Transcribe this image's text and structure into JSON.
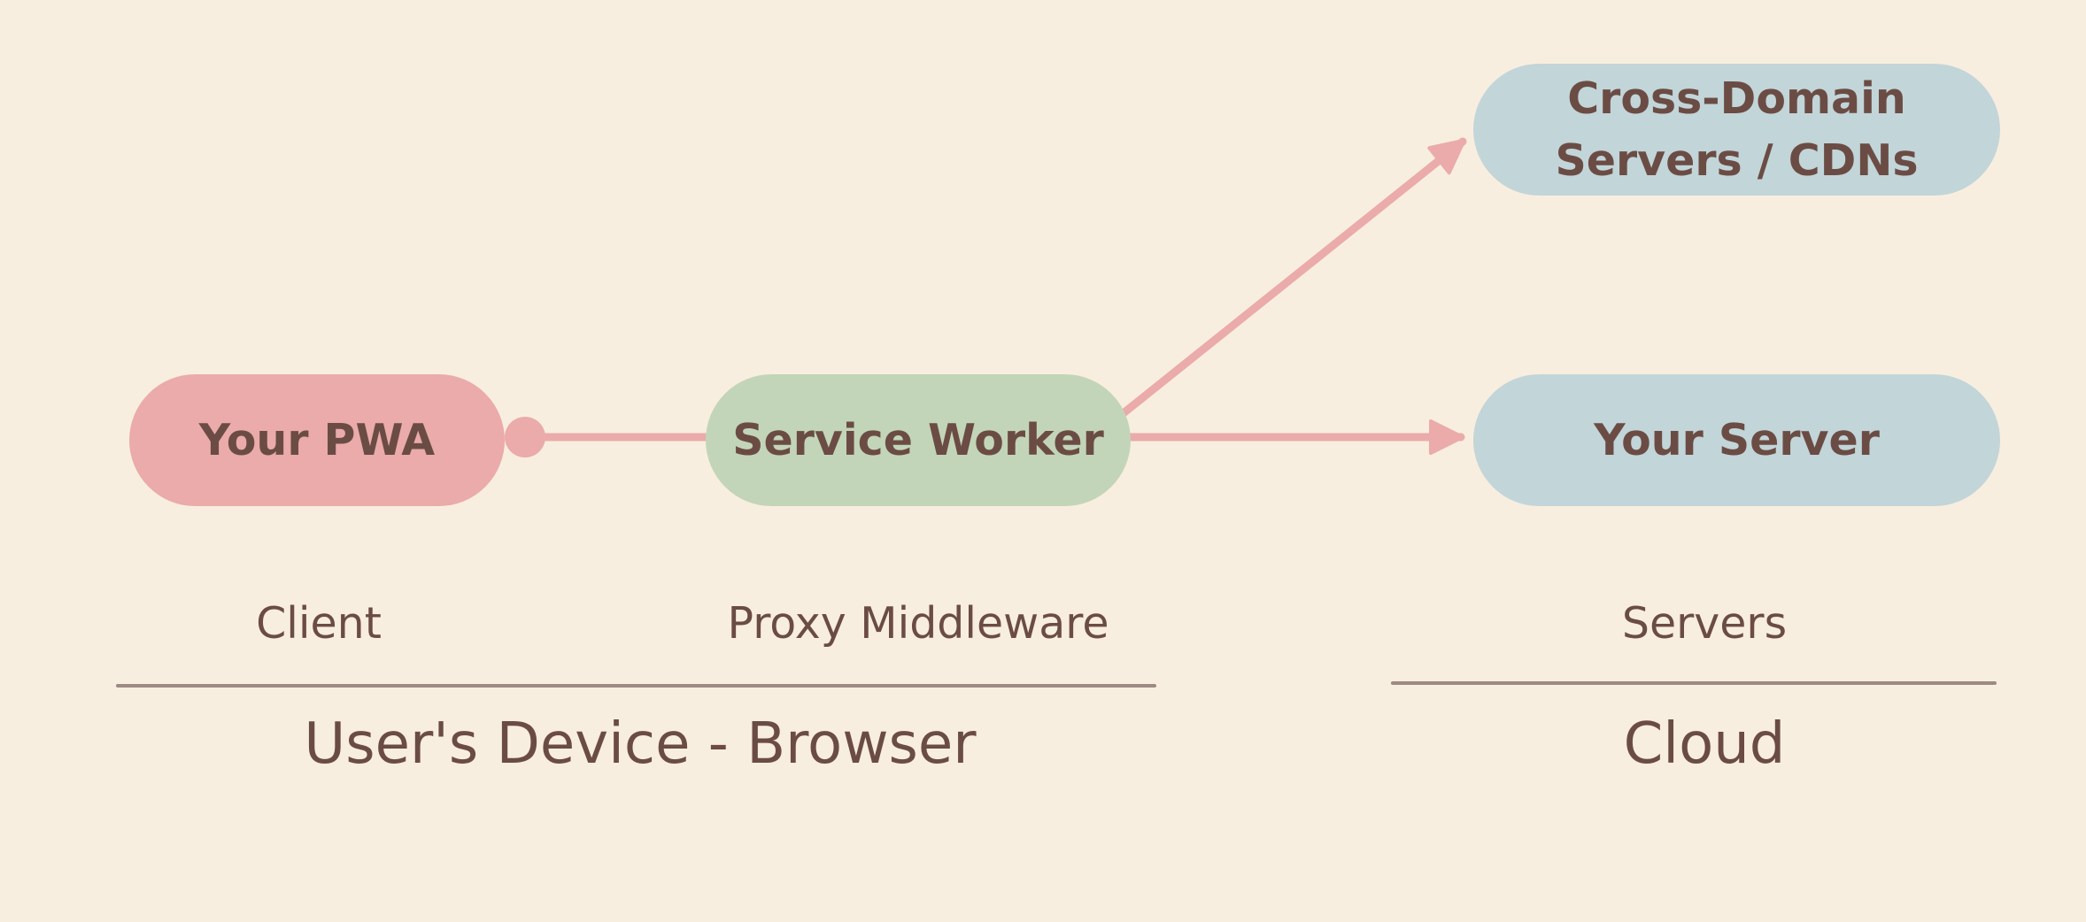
{
  "colors": {
    "background": "#f8eedf",
    "text": "#6b4c44",
    "connector": "#eaabaa",
    "client_node": "#eaabaa",
    "proxy_node": "#c3d5b8",
    "server_node": "#c2d5d9",
    "divider": "#9c8a83"
  },
  "nodes": {
    "pwa": {
      "label": "Your PWA"
    },
    "service_worker": {
      "label": "Service Worker"
    },
    "cdn": {
      "label": "Cross-Domain\nServers / CDNs"
    },
    "server": {
      "label": "Your Server"
    }
  },
  "labels": {
    "client": "Client",
    "proxy": "Proxy Middleware",
    "servers": "Servers",
    "device": "User's Device - Browser",
    "cloud": "Cloud"
  }
}
